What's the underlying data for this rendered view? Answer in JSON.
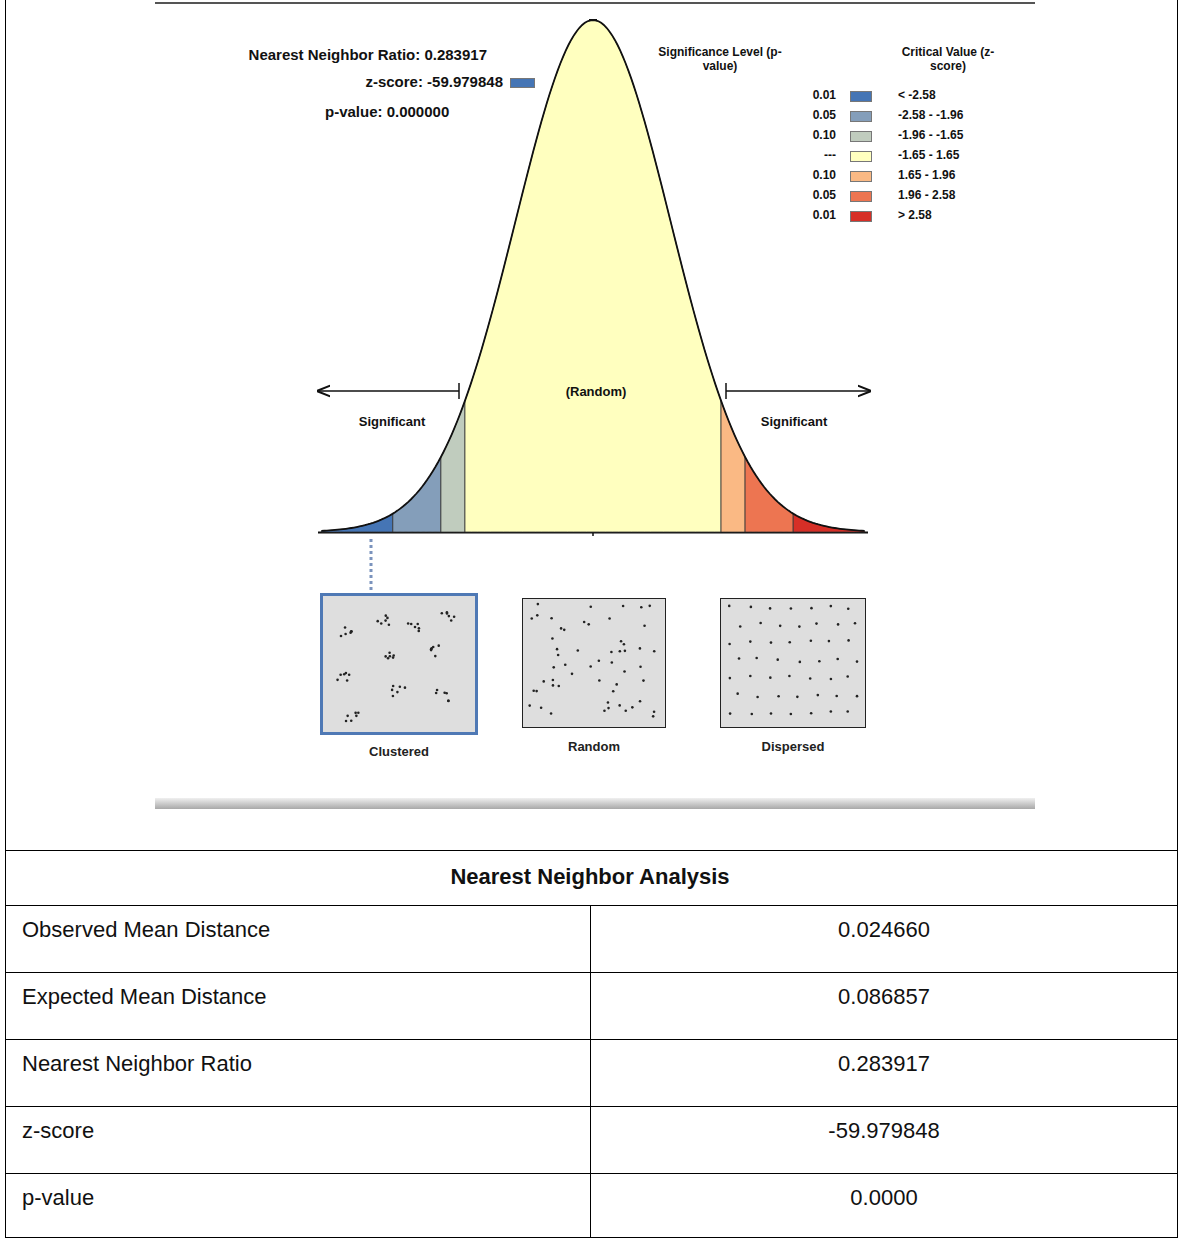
{
  "diagram": {
    "title": "Nearest Neighbor Analysis",
    "nodes": [
      {
        "text": [
          "Clustered"
        ]
      },
      {
        "text": [
          "Random"
        ]
      },
      {
        "text": [
          "Dispersed"
        ]
      }
    ],
    "labels": [
      "Nearest Neighbor Ratio: 0.283917",
      "z-score: -59.979848",
      "p-value: 0.000000",
      "Significance Level (p-value)",
      "Critical Value (z-score)",
      "0.01",
      "0.05",
      "0.10",
      "---",
      "0.10",
      "0.05",
      "0.01",
      "Significant",
      "(Random)",
      "Significant",
      "Observed Mean Distance",
      "0.024660",
      "Expected Mean Distance",
      "0.086857",
      "Nearest Neighbor Ratio",
      "0.283917",
      "z-score",
      "-59.979848",
      "p-value",
      "0.0000"
    ],
    "legend": [
      {
        "text": "< -2.58",
        "color": "#4575b5"
      },
      {
        "text": "-2.58 - -1.96",
        "color": "#849eba"
      },
      {
        "text": "-1.96 - -1.65",
        "color": "#c0ccbe"
      },
      {
        "text": "-1.65 - 1.65",
        "color": "#ffffbf"
      },
      {
        "text": "1.65 - 1.96",
        "color": "#fab984"
      },
      {
        "text": "1.96 - 2.58",
        "color": "#ed7551"
      },
      {
        "text": "> 2.58",
        "color": "#d62f27"
      }
    ]
  }
}
